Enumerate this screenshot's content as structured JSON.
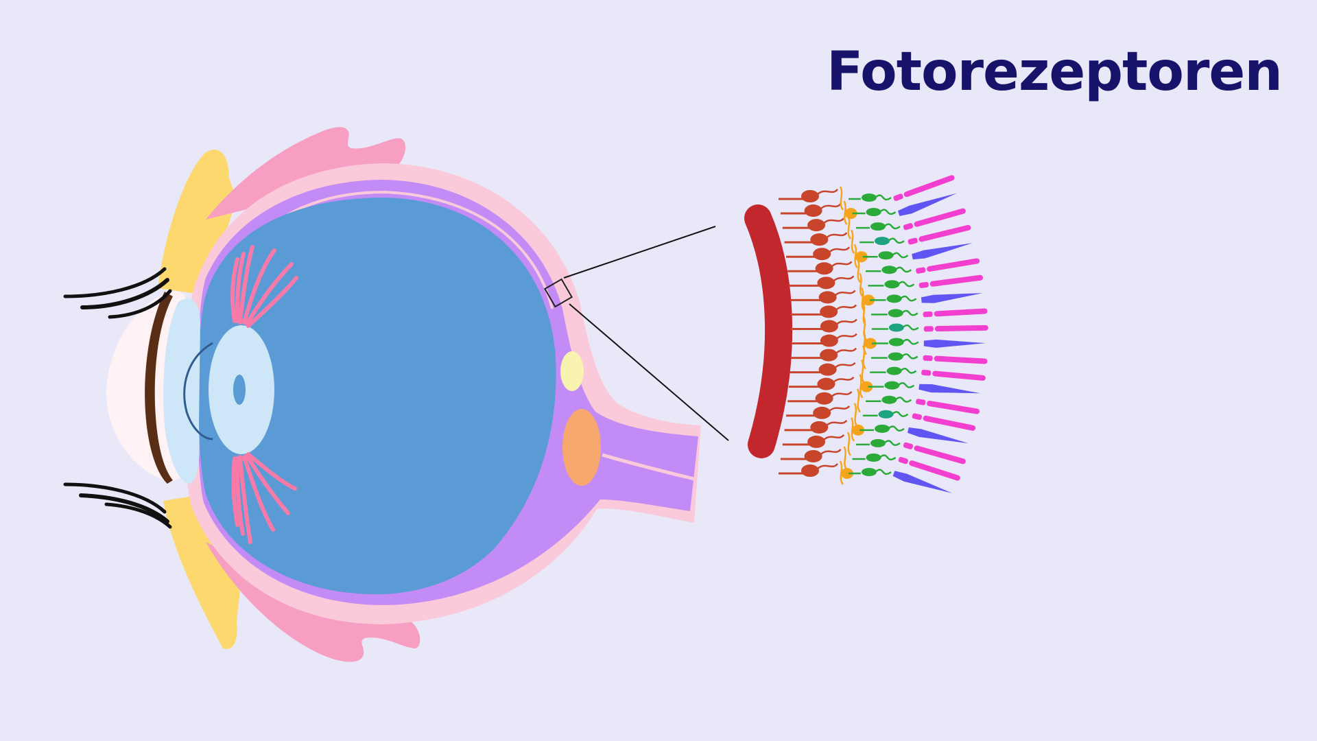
{
  "title": "Fotorezeptoren",
  "colors": {
    "background": "#E9E8F9",
    "title": "#17136B",
    "vitreous": "#5B9BD5",
    "choroid": "#C38BF5",
    "sclera": "#FAC9DA",
    "muscle": "#F79EC3",
    "fat": "#FCD86E",
    "iris": "#F77AA8",
    "lens": "#CDE6F8",
    "cornea": "#FFF2F5",
    "eyelid_dark": "#5A2E14",
    "blind_spot": "#F7A86E",
    "macula": "#F8F3B0",
    "retina_band": "#C1272D",
    "ganglion_cells": "#C8452C",
    "amacrine_cells": "#F7A41D",
    "bipolar_cells": "#2BAA3A",
    "horizontal_cells": "#1EA380",
    "rods": "#F23FD0",
    "cones": "#6055F3"
  },
  "icons": [
    "eye-cross-section",
    "retina-detail",
    "zoom-box",
    "eyelash"
  ]
}
